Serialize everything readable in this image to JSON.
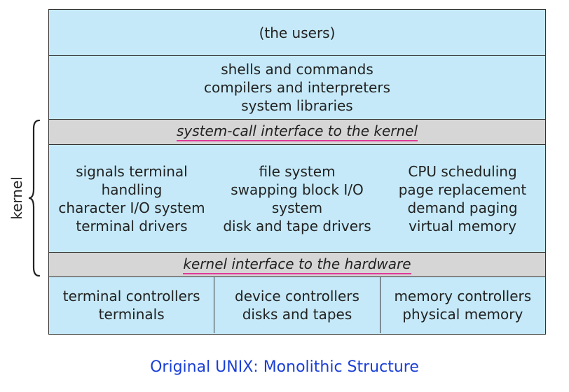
{
  "layers": {
    "users": "(the users)",
    "shells": [
      "shells and commands",
      "compilers and interpreters",
      "system libraries"
    ],
    "syscall_interface": "system-call interface to the kernel",
    "kernel_columns": [
      [
        "signals terminal",
        "handling",
        "character I/O system",
        "terminal drivers"
      ],
      [
        "file system",
        "swapping block I/O",
        "system",
        "disk and tape drivers"
      ],
      [
        "CPU scheduling",
        "page replacement",
        "demand paging",
        "virtual memory"
      ]
    ],
    "hardware_interface": "kernel interface to the hardware",
    "hardware_columns": [
      [
        "terminal controllers",
        "terminals"
      ],
      [
        "device controllers",
        "disks and tapes"
      ],
      [
        "memory controllers",
        "physical memory"
      ]
    ]
  },
  "kernel_label": "kernel",
  "caption": "Original UNIX: Monolithic Structure",
  "colors": {
    "layer_fill": "#c5e9f8",
    "interface_fill": "#d6d6d6",
    "interface_underline": "#e0389a",
    "caption": "#1a3fd6"
  }
}
